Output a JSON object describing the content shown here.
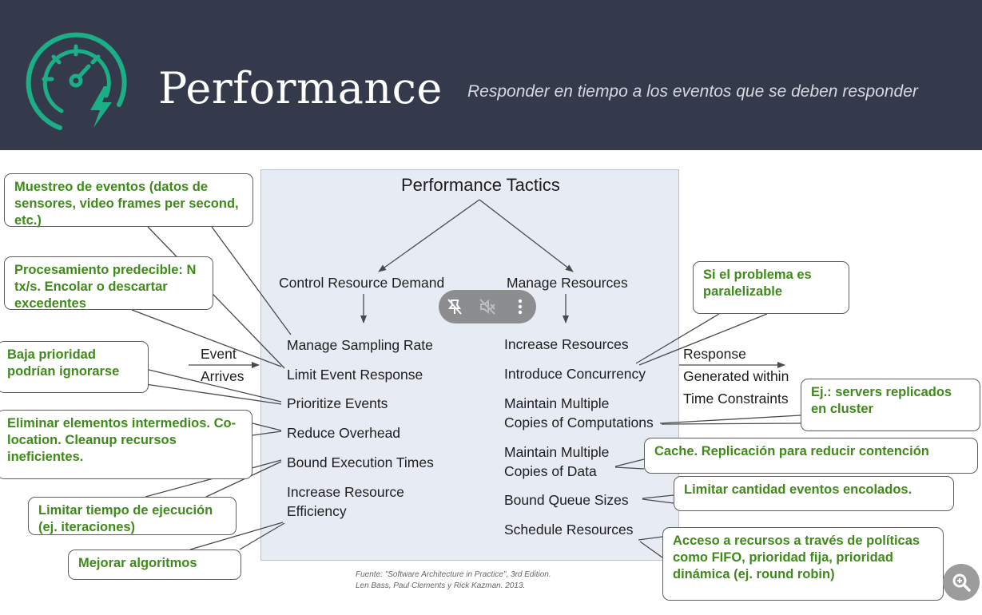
{
  "header": {
    "title": "Performance",
    "subtitle": "Responder en tiempo a los eventos que se deben responder",
    "icon": "speedometer-lightning-icon",
    "icon_color": "#1cae86",
    "background": "#343a4b"
  },
  "diagram": {
    "title": "Performance Tactics",
    "left_branch": "Control Resource Demand",
    "right_branch": "Manage Resources",
    "input_label": [
      "Event",
      "Arrives"
    ],
    "output_label": [
      "Response",
      "Generated within",
      "Time Constraints"
    ],
    "left_tactics": [
      "Manage Sampling Rate",
      "Limit Event Response",
      "Prioritize Events",
      "Reduce Overhead",
      "Bound Execution Times",
      "Increase Resource",
      "Efficiency"
    ],
    "right_tactics": [
      "Increase Resources",
      "Introduce Concurrency",
      "Maintain Multiple",
      "Copies of Computations",
      "Maintain Multiple",
      "Copies of Data",
      "Bound Queue Sizes",
      "Schedule Resources"
    ]
  },
  "callouts": {
    "sampling": "Muestreo de eventos (datos de sensores, video frames per second, etc.)",
    "processing": "Procesamiento predecible: N tx/s. Encolar o descartar excedentes",
    "low_priority": "Baja prioridad podrían ignorarse",
    "remove_intermediates": "Eliminar elementos intermedios. Co-location. Cleanup recursos ineficientes.",
    "limit_time": "Limitar tiempo de ejecución (ej. iteraciones)",
    "improve_algorithms": "Mejorar algoritmos",
    "parallelizable": "Si el problema es paralelizable",
    "replicated_servers": "Ej.: servers replicados en cluster",
    "cache": "Cache. Replicación para reducir contención",
    "limit_queue": "Limitar cantidad eventos encolados.",
    "resource_access": "Acceso a recursos a través de políticas como FIFO, prioridad fija, prioridad dinámica (ej. round robin)"
  },
  "source": {
    "line1": "Fuente: \"Software Architecture in Practice\", 3rd Edition.",
    "line2": "Len Bass, Paul Clements y Rick Kazman. 2013."
  },
  "colors": {
    "callout_text": "#3f8a1a",
    "panel_background": "#e7ebf4"
  },
  "controls": {
    "video_bar": [
      "unpin-icon",
      "mute-icon",
      "more-vert-icon"
    ],
    "zoom_button": "zoom-in-icon"
  }
}
